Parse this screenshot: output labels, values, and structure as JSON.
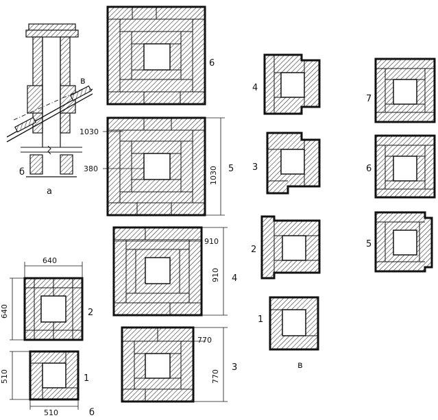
{
  "figure_a": {
    "label_b": "б",
    "label_a": "а",
    "label_v": "в"
  },
  "figure_b": {
    "label_b": "б",
    "sections": [
      {
        "number": "2",
        "width": "640",
        "height": "640"
      },
      {
        "number": "1",
        "width": "510",
        "height": "510"
      }
    ]
  },
  "figure_v": {
    "label": "в",
    "courses": [
      "1",
      "2",
      "3",
      "4",
      "5",
      "6",
      "7"
    ]
  },
  "center": {
    "sections": [
      {
        "number": "6"
      },
      {
        "number": "5",
        "dim_outer": "1030",
        "dim_inner": "380",
        "dim_side": "1030"
      },
      {
        "number": "4",
        "dim_top": "910",
        "dim_side": "910"
      },
      {
        "number": "3",
        "dim_top": "770",
        "dim_side": "770"
      }
    ]
  }
}
